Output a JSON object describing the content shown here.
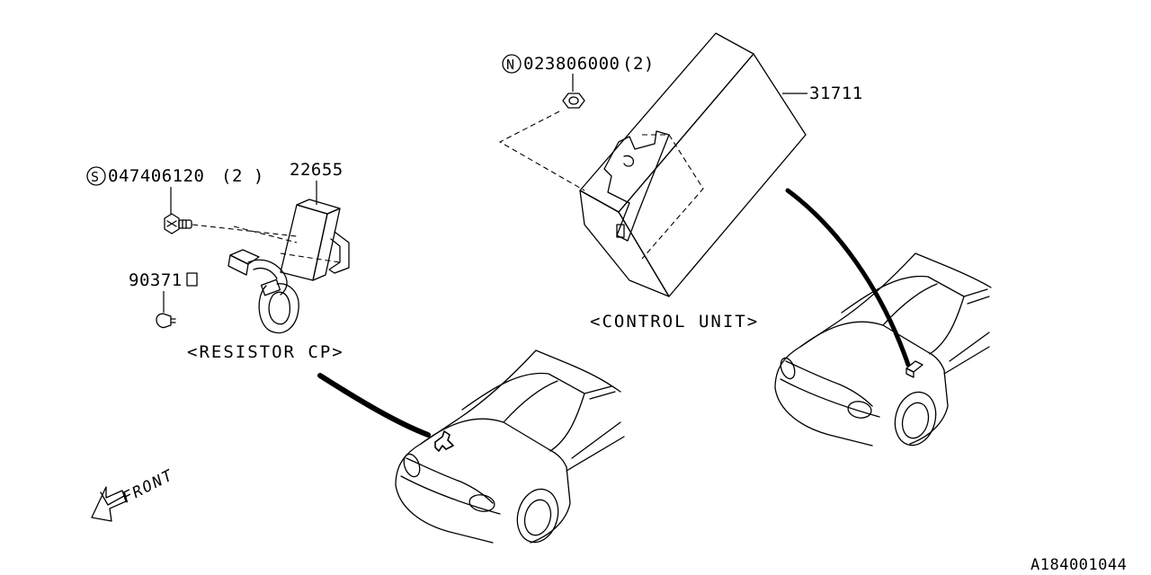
{
  "labels": {
    "bolt_part": "047406120",
    "bolt_qty": "(2 )",
    "bolt_symbol": "S",
    "resistor_part": "22655",
    "clip_part": "90371",
    "nut_part": "023806000",
    "nut_qty": "(2)",
    "nut_symbol": "N",
    "control_unit_part": "31711"
  },
  "captions": {
    "resistor_cp": "<RESISTOR CP>",
    "control_unit": "<CONTROL UNIT>",
    "front": "FRONT"
  },
  "figure_id": "A184001044",
  "icons": [
    "bolt-icon",
    "nut-icon",
    "clip-icon",
    "resistor-icon",
    "control-unit-icon",
    "car-icon",
    "front-arrow-icon"
  ]
}
